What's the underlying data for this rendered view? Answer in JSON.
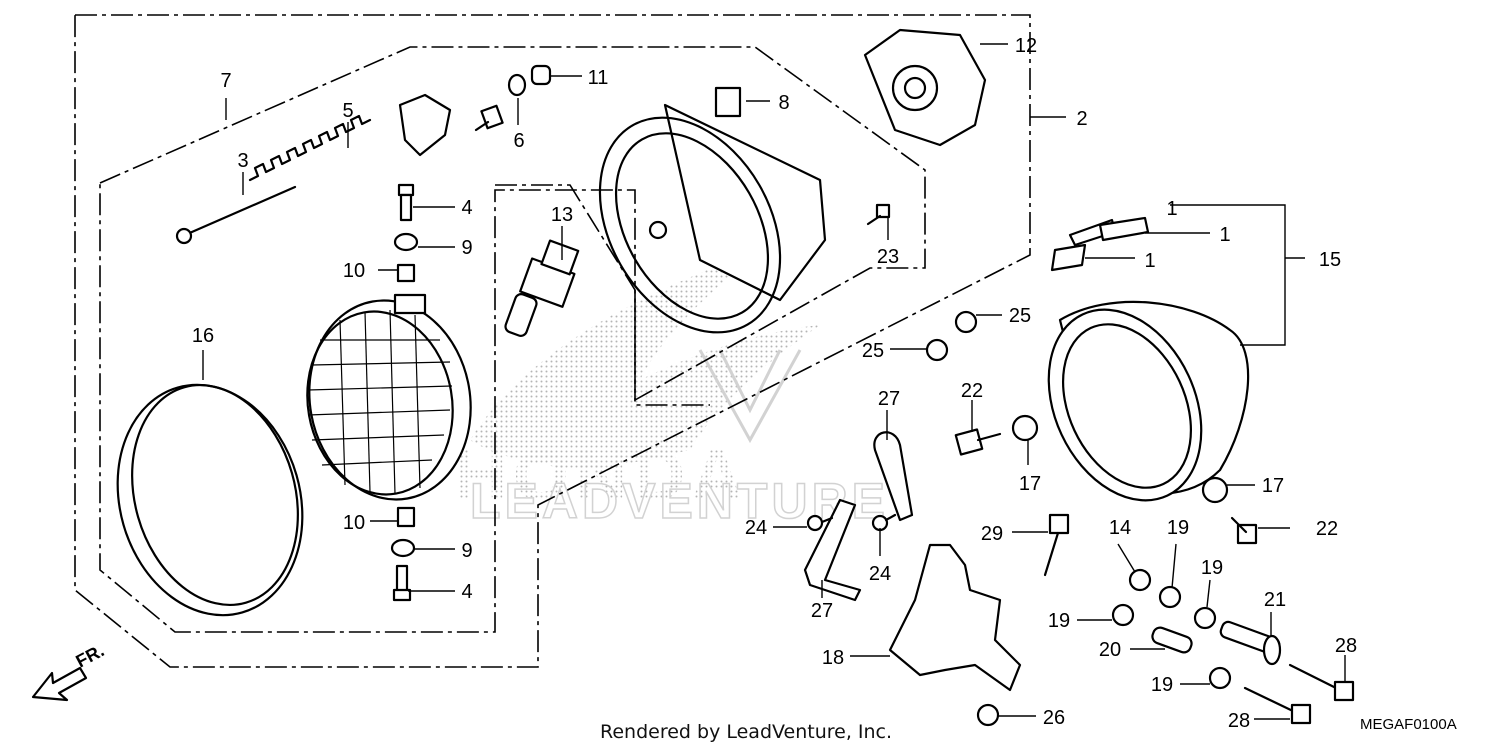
{
  "diagram": {
    "callouts": [
      "1",
      "1",
      "1",
      "2",
      "3",
      "4",
      "4",
      "5",
      "6",
      "7",
      "8",
      "9",
      "9",
      "10",
      "10",
      "11",
      "12",
      "13",
      "14",
      "15",
      "16",
      "17",
      "17",
      "18",
      "19",
      "19",
      "19",
      "19",
      "20",
      "21",
      "22",
      "22",
      "23",
      "24",
      "24",
      "25",
      "25",
      "26",
      "27",
      "27",
      "28",
      "28",
      "29"
    ],
    "footer_text": "Rendered by LeadVenture, Inc.",
    "diagram_code": "MEGAF0100A",
    "direction_label": "FR.",
    "watermark": {
      "brand": "HONDA",
      "vendor": "LEADVENTURE"
    }
  }
}
